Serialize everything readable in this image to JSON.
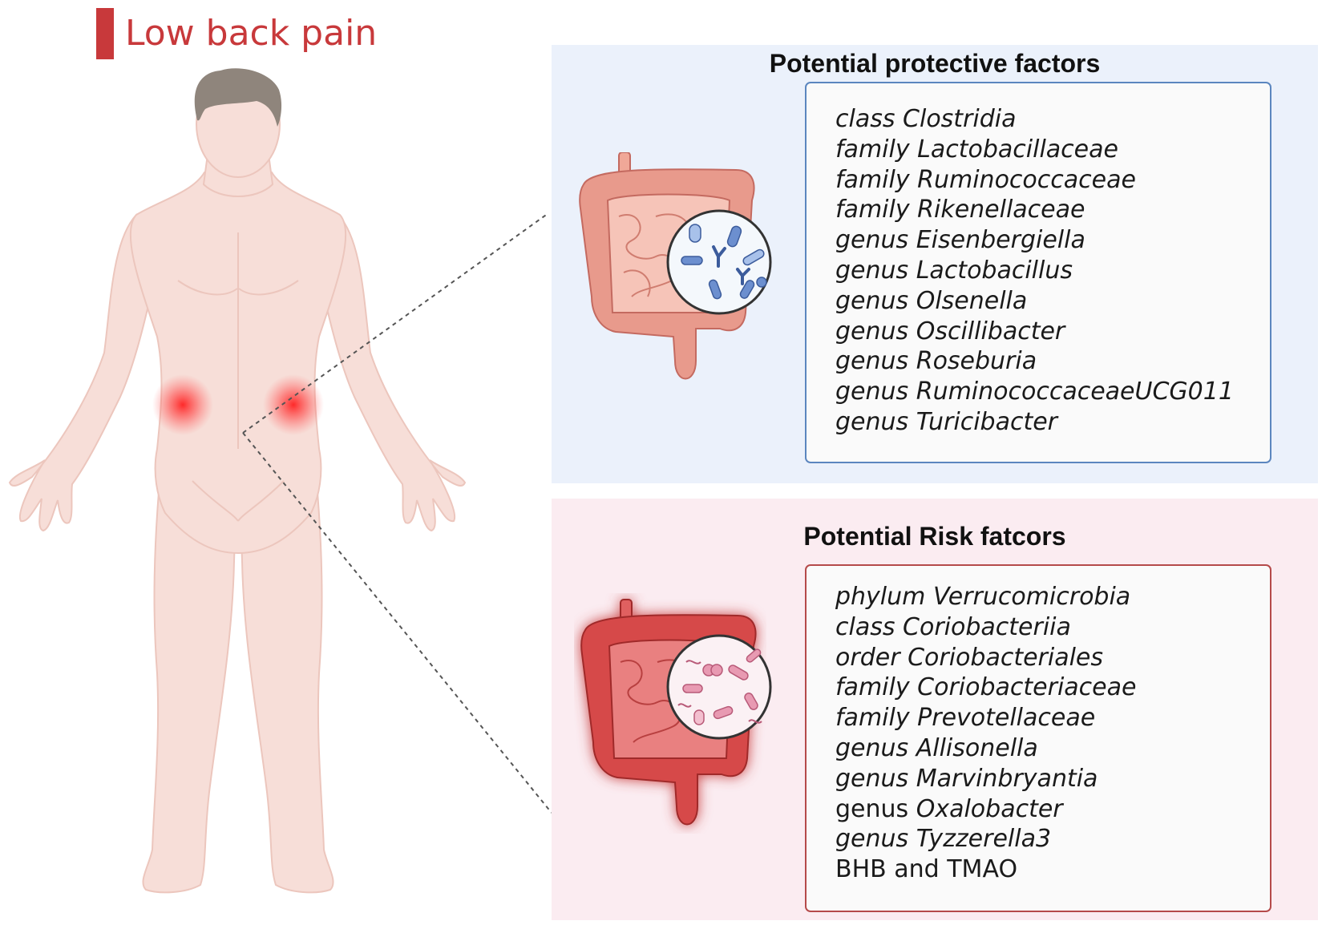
{
  "title": "Low back pain",
  "colors": {
    "accent": "#c8393b",
    "protective_bg": "#ebf1fb",
    "protective_border": "#5b86bf",
    "risk_bg": "#fbecf1",
    "risk_border": "#b54a4a",
    "skin": "#f7ded8",
    "pain_glow": "#ff3a3a"
  },
  "protective": {
    "heading": "Potential protective factors",
    "items": [
      {
        "rank": "class",
        "taxon": "Clostridia"
      },
      {
        "rank": "family",
        "taxon": "Lactobacillaceae"
      },
      {
        "rank": "family",
        "taxon": "Ruminococcaceae"
      },
      {
        "rank": "family",
        "taxon": "Rikenellaceae"
      },
      {
        "rank": "genus",
        "taxon": "Eisenbergiella"
      },
      {
        "rank": "genus",
        "taxon": "Lactobacillus"
      },
      {
        "rank": "genus",
        "taxon": "Olsenella"
      },
      {
        "rank": "genus",
        "taxon": "Oscillibacter"
      },
      {
        "rank": "genus",
        "taxon": "Roseburia"
      },
      {
        "rank": "genus",
        "taxon": "RuminococcaceaeUCG011"
      },
      {
        "rank": "genus",
        "taxon": "Turicibacter"
      }
    ]
  },
  "risk": {
    "heading": "Potential Risk fatcors",
    "items": [
      {
        "rank": "phylum",
        "taxon": "Verrucomicrobia"
      },
      {
        "rank": "class",
        "taxon": "Coriobacteriia"
      },
      {
        "rank": "order",
        "taxon": "Coriobacteriales"
      },
      {
        "rank": "family",
        "taxon": "Coriobacteriaceae"
      },
      {
        "rank": "family",
        "taxon": "Prevotellaceae"
      },
      {
        "rank": "genus",
        "taxon": "Allisonella"
      },
      {
        "rank": "genus",
        "taxon": "Marvinbryantia"
      },
      {
        "rank": "genus",
        "taxon": "Oxalobacter"
      },
      {
        "rank": "genus",
        "taxon": "Tyzzerella3"
      },
      {
        "rank": "BHB and TMAO",
        "taxon": ""
      }
    ]
  },
  "icons": {
    "human": "human-body-icon",
    "colon_protective": "healthy-intestine-icon",
    "colon_risk": "inflamed-intestine-icon",
    "microbes_protective": "microbes-magnifier-icon",
    "microbes_risk": "pathogen-magnifier-icon"
  }
}
